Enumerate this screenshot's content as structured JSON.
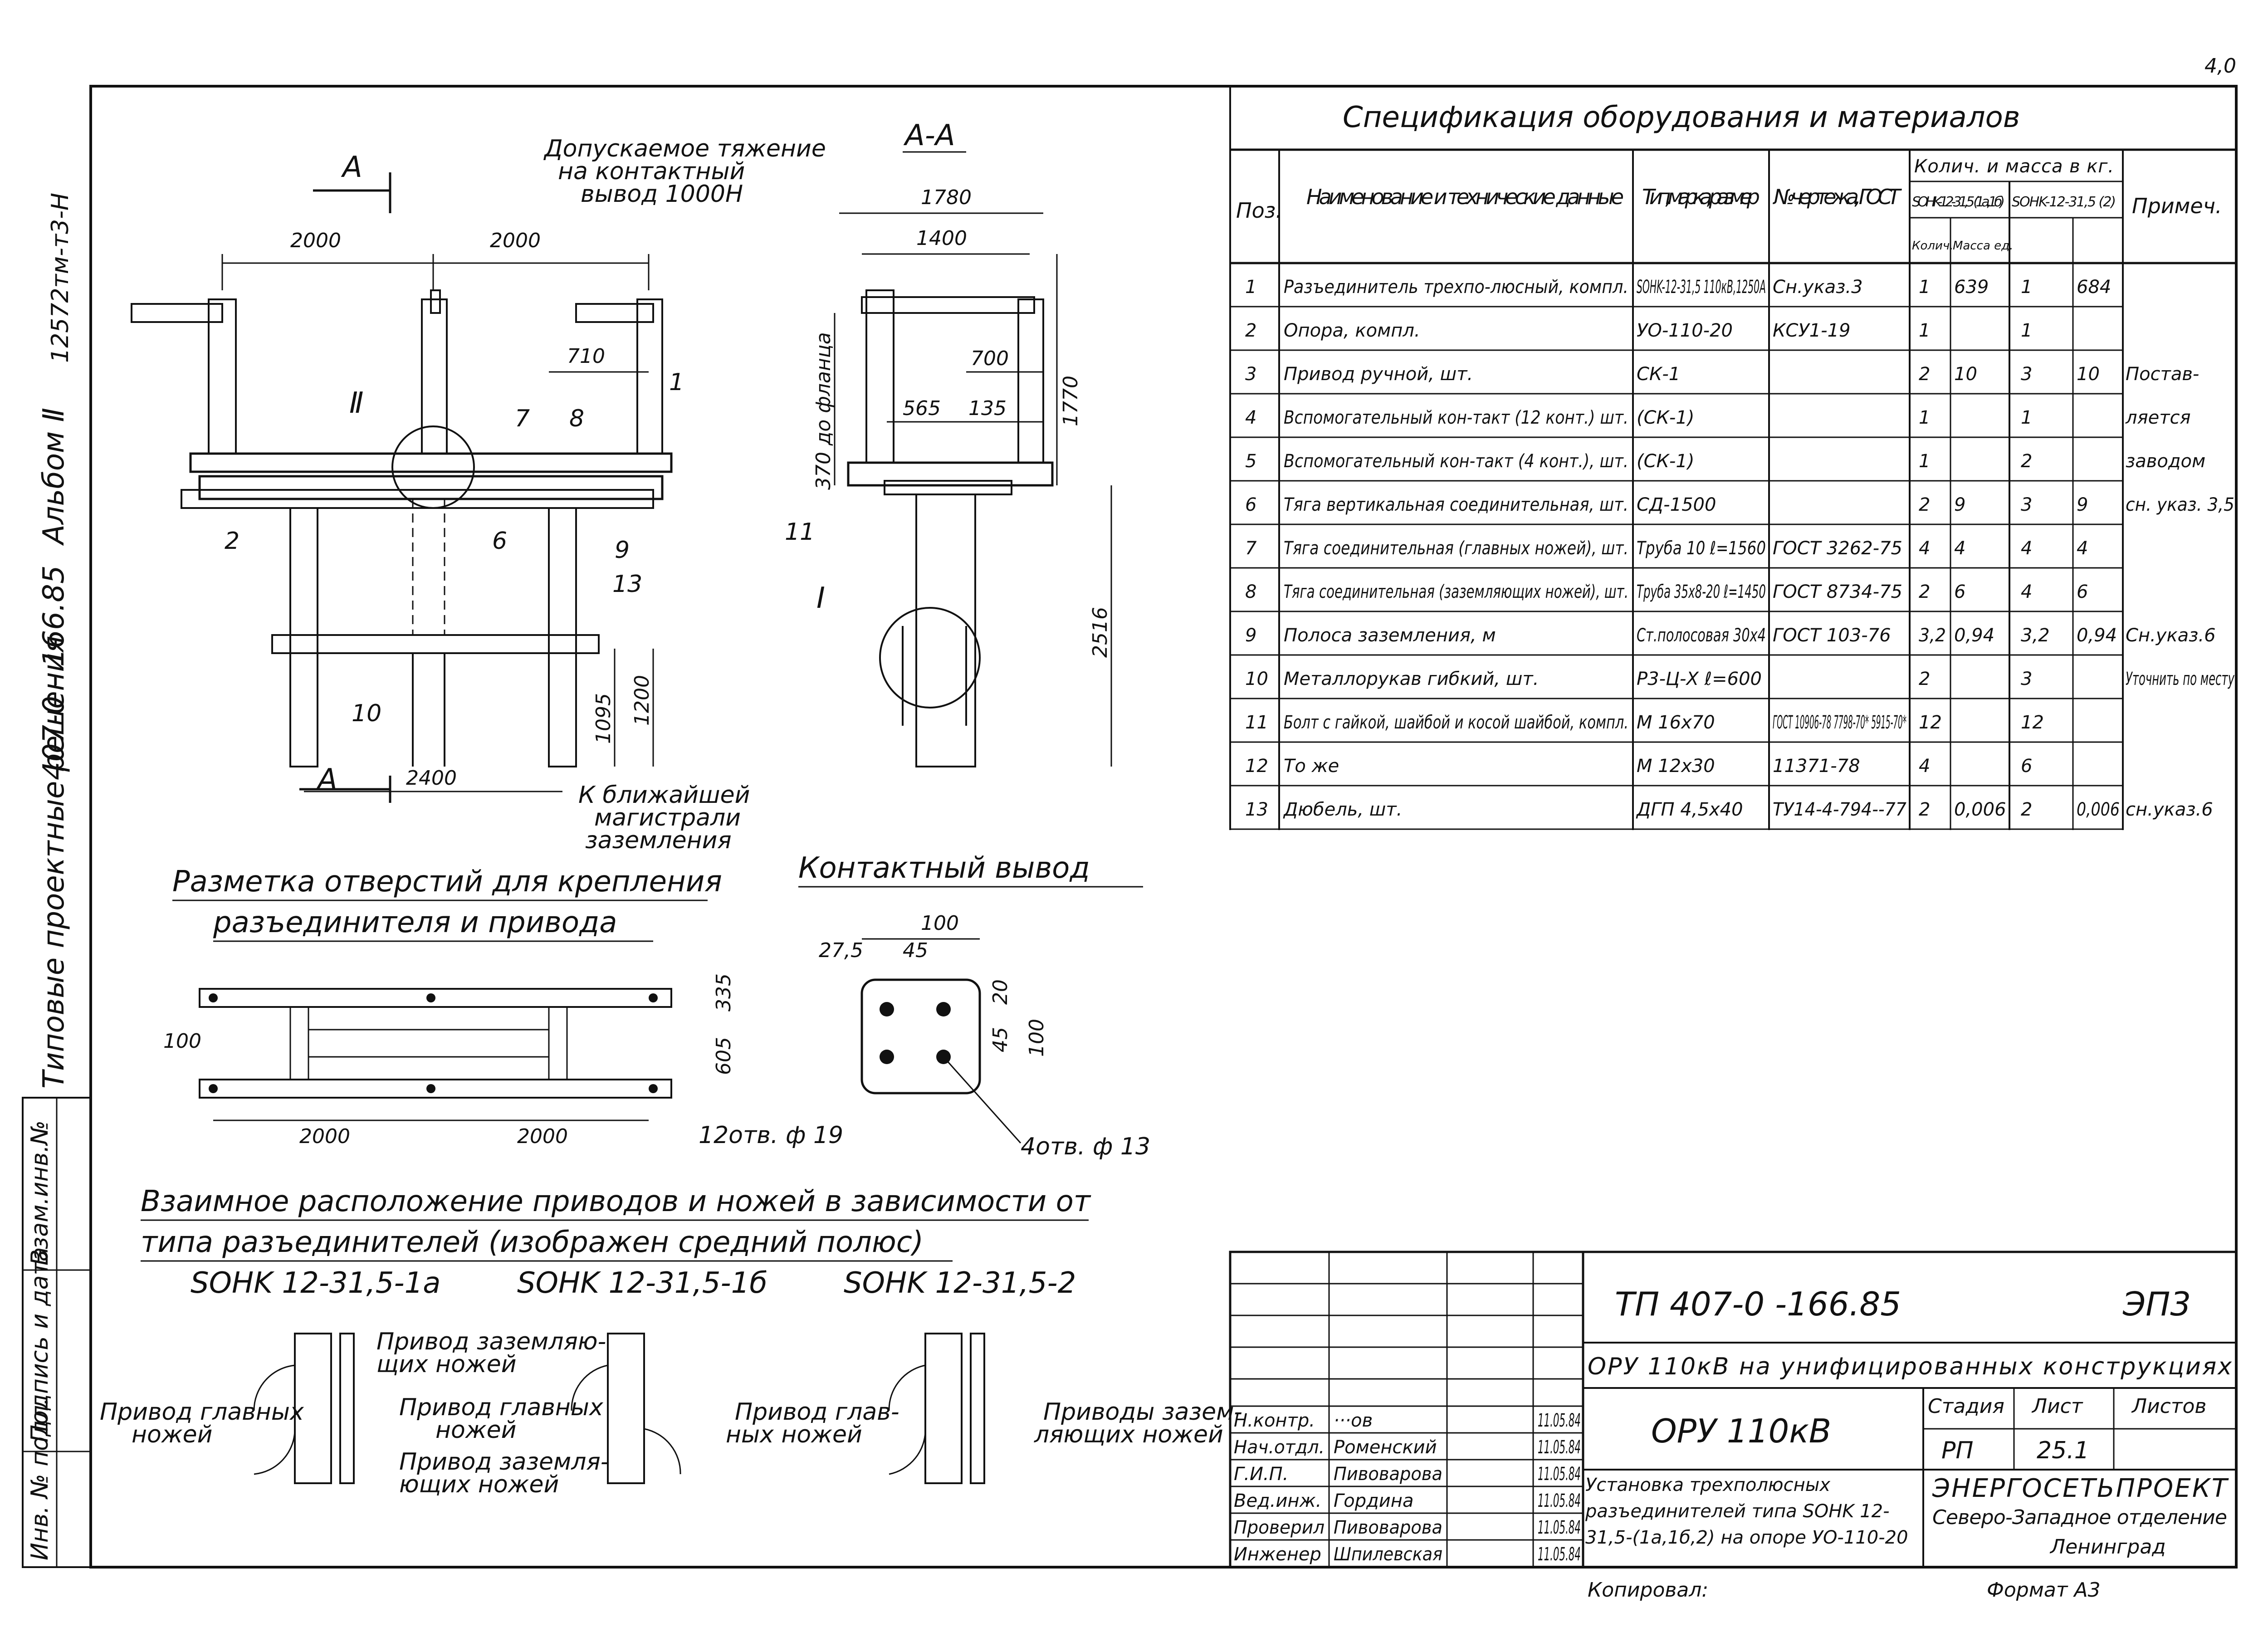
{
  "margin_texts": {
    "doc_number": "407-0 - 166.85",
    "album": "Альбом Ⅱ",
    "series": "Типовые проектные решения",
    "stamp_code": "12572тм-т3-Н",
    "page_mark": "4,0"
  },
  "left_stamp": {
    "col1": "Инв. № подл.",
    "col2": "Подпись и дата",
    "col3": "Взам.инв.№"
  },
  "main_view": {
    "section_mark": "А",
    "dim_2000_left": "2000",
    "dim_2000_right": "2000",
    "dim_710": "710",
    "dim_2400": "2400",
    "dim_1095": "1095",
    "dim_1200": "1200",
    "callout_II": "Ⅱ",
    "refs": [
      "1",
      "2",
      "6",
      "7",
      "8",
      "9",
      "10",
      "13"
    ],
    "note_tension_1": "Допускаемое тяжение",
    "note_tension_2": "на контактный",
    "note_tension_3": "вывод 1000Н",
    "note_ground_1": "К ближайшей",
    "note_ground_2": "магистрали",
    "note_ground_3": "заземления"
  },
  "section_view": {
    "title": "А-А",
    "dim_1780": "1780",
    "dim_1400": "1400",
    "dim_700": "700",
    "dim_565": "565",
    "dim_135": "135",
    "dim_1770": "1770",
    "dim_2516": "2516",
    "dim_370": "370 до фланца",
    "callout_I": "Ⅰ",
    "ref_11": "11"
  },
  "marking": {
    "title_1": "Разметка отверстий для крепления",
    "title_2": "разъединителя и привода",
    "dim_100": "100",
    "dim_2000a": "2000",
    "dim_2000b": "2000",
    "dim_605": "605",
    "dim_335": "335",
    "holes": "12отв. ф 19"
  },
  "contact": {
    "title": "Контактный вывод",
    "dim_100_top": "100",
    "dim_27_5": "27,5",
    "dim_45": "45",
    "dim_20": "20",
    "dim_45v": "45",
    "dim_100v": "100",
    "holes": "4отв. ф 13"
  },
  "arrangement": {
    "title_1": "Взаимное расположение приводов и ножей в зависимости от",
    "title_2": "типа разъединителей (изображен средний полюс)",
    "type_1": "SOHK 12-31,5-1а",
    "type_2": "SOHK 12-31,5-1б",
    "type_3": "SOHK 12-31,5-2",
    "lbl_main_knives_1": "Привод главных",
    "lbl_main_knives_1b": "ножей",
    "lbl_earth_1": "Привод заземляю-",
    "lbl_earth_1b": "щих ножей",
    "lbl_main_2": "Привод главных",
    "lbl_main_2b": "ножей",
    "lbl_earth_2": "Привод заземля-",
    "lbl_earth_2b": "ющих ножей",
    "lbl_main_3": "Привод глав-",
    "lbl_main_3b": "ных ножей",
    "lbl_earth_3": "Приводы зазем-",
    "lbl_earth_3b": "ляющих ножей"
  },
  "spec": {
    "title": "Спецификация оборудования и материалов",
    "headers": {
      "pos": "Поз.",
      "name": "Наименование и технические данные",
      "type": "Тип, марка, размер",
      "drawing": "№чертежа, ГОСТ",
      "qty_mass": "Колич. и масса в кг.",
      "grp1": "SOHK-12-31,5 (1а,1б)",
      "grp2": "SOHK-12-31,5 (2)",
      "qty": "Колич.",
      "mass": "Масса ед.",
      "note": "Примеч."
    },
    "rows": [
      {
        "pos": "1",
        "name": "Разъединитель трехпо-люсный, компл.",
        "type": "SOHK-12-31,5 110кВ,1250А",
        "doc": "Сн.указ.3",
        "q1": "1",
        "m1": "639",
        "q2": "1",
        "m2": "684",
        "note": ""
      },
      {
        "pos": "2",
        "name": "Опора, компл.",
        "type": "УО-110-20",
        "doc": "КСУ1-19",
        "q1": "1",
        "m1": "",
        "q2": "1",
        "m2": "",
        "note": ""
      },
      {
        "pos": "3",
        "name": "Привод ручной, шт.",
        "type": "СК-1",
        "doc": "",
        "q1": "2",
        "m1": "10",
        "q2": "3",
        "m2": "10",
        "note": "Постав-"
      },
      {
        "pos": "4",
        "name": "Вспомогательный кон-такт (12 конт.) шт.",
        "type": "(СК-1)",
        "doc": "",
        "q1": "1",
        "m1": "",
        "q2": "1",
        "m2": "",
        "note": "ляется"
      },
      {
        "pos": "5",
        "name": "Вспомогательный кон-такт (4 конт.), шт.",
        "type": "(СК-1)",
        "doc": "",
        "q1": "1",
        "m1": "",
        "q2": "2",
        "m2": "",
        "note": "заводом"
      },
      {
        "pos": "6",
        "name": "Тяга вертикальная соединительная, шт.",
        "type": "СД-1500",
        "doc": "",
        "q1": "2",
        "m1": "9",
        "q2": "3",
        "m2": "9",
        "note": "сн. указ. 3,5"
      },
      {
        "pos": "7",
        "name": "Тяга соединительная (главных ножей), шт.",
        "type": "Труба 10 ℓ=1560",
        "doc": "ГОСТ 3262-75",
        "q1": "4",
        "m1": "4",
        "q2": "4",
        "m2": "4",
        "note": ""
      },
      {
        "pos": "8",
        "name": "Тяга соединительная (заземляющих ножей), шт.",
        "type": "Труба 35х8-20 ℓ=1450",
        "doc": "ГОСТ 8734-75",
        "q1": "2",
        "m1": "6",
        "q2": "4",
        "m2": "6",
        "note": ""
      },
      {
        "pos": "9",
        "name": "Полоса заземления, м",
        "type": "Ст.полосовая 30х4",
        "doc": "ГОСТ 103-76",
        "q1": "3,2",
        "m1": "0,94",
        "q2": "3,2",
        "m2": "0,94",
        "note": "Сн.указ.6"
      },
      {
        "pos": "10",
        "name": "Металлорукав гибкий, шт.",
        "type": "Р3-Ц-Х ℓ=600",
        "doc": "",
        "q1": "2",
        "m1": "",
        "q2": "3",
        "m2": "",
        "note": "Уточнить по месту"
      },
      {
        "pos": "11",
        "name": "Болт с гайкой, шайбой и косой шайбой, компл.",
        "type": "М 16х70",
        "doc": "ГОСТ 10906-78 7798-70* 5915-70*",
        "q1": "12",
        "m1": "",
        "q2": "12",
        "m2": "",
        "note": ""
      },
      {
        "pos": "12",
        "name": "То же",
        "type": "М 12х30",
        "doc": "11371-78",
        "q1": "4",
        "m1": "",
        "q2": "6",
        "m2": "",
        "note": ""
      },
      {
        "pos": "13",
        "name": "Дюбель, шт.",
        "type": "ДГП 4,5х40",
        "doc": "ТУ14-4-794--77",
        "q1": "2",
        "m1": "0,006",
        "q2": "2",
        "m2": "0,006",
        "note": "сн.указ.6"
      }
    ]
  },
  "title_block": {
    "doc_code": "ТП 407-0 -166.85",
    "sheet_code": "ЭП3",
    "project": "ОРУ 110кВ на унифицированных конструкциях",
    "object": "ОРУ 110кВ",
    "stage_hdr": "Стадия",
    "sheet_hdr": "Лист",
    "sheets_hdr": "Листов",
    "stage": "РП",
    "sheet": "25.1",
    "sheets": "",
    "description": "Установка трехполюсных разъединителей типа SOHK 12-31,5-(1а,1б,2) на опоре УО-110-20",
    "org_1": "ЭНЕРГОСЕТЬПРОЕКТ",
    "org_2": "Северо-Западное отделение",
    "org_3": "Ленинград",
    "staff": [
      {
        "role": "Н.контр.",
        "name": "···ов",
        "date": "11.05.84"
      },
      {
        "role": "Нач.отдл.",
        "name": "Роменский",
        "date": "11.05.84"
      },
      {
        "role": "Г.И.П.",
        "name": "Пивоварова",
        "date": "11.05.84"
      },
      {
        "role": "Вед.инж.",
        "name": "Гордина",
        "date": "11.05.84"
      },
      {
        "role": "Проверил",
        "name": "Пивоварова",
        "date": "11.05.84"
      },
      {
        "role": "Инженер",
        "name": "Шпилевская",
        "date": "11.05.84"
      }
    ],
    "copied": "Копировал:",
    "format": "Формат А3"
  }
}
